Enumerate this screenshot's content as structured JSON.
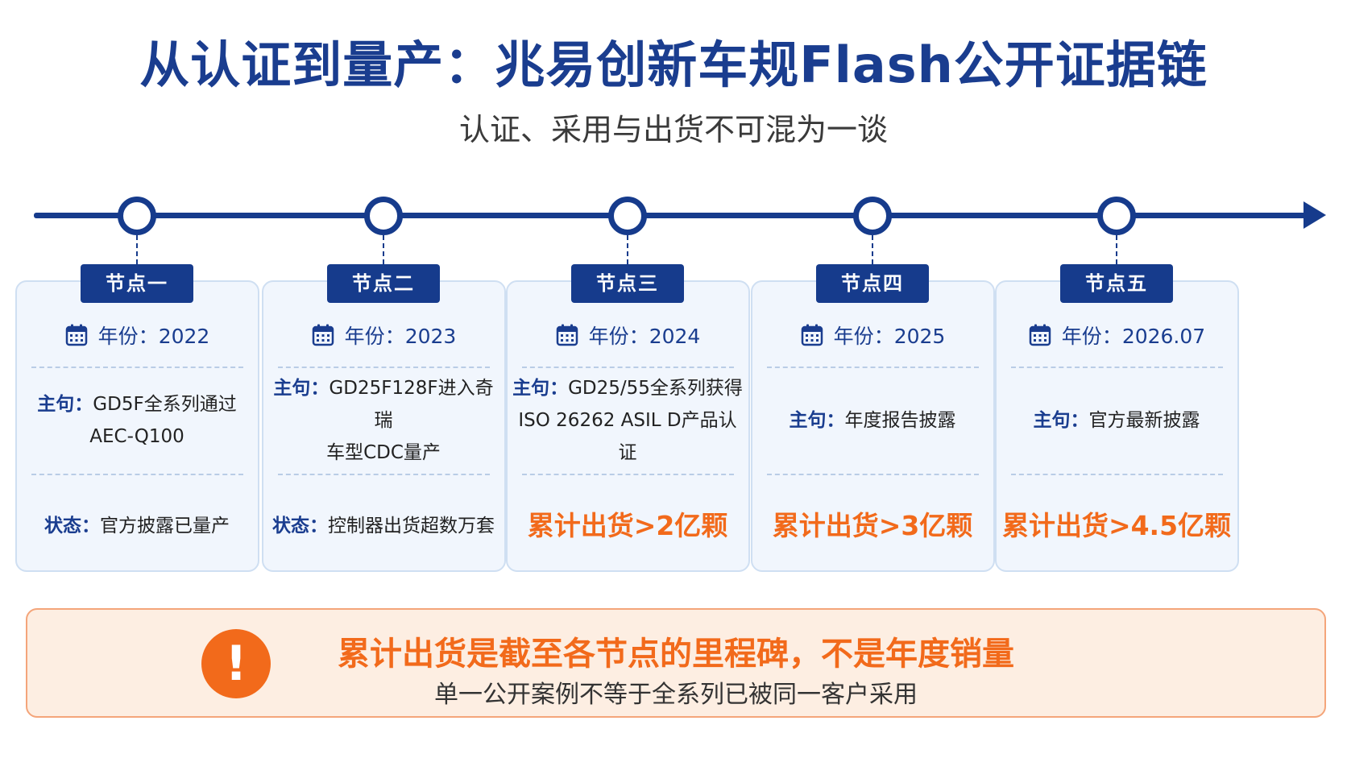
{
  "title": "从认证到量产：兆易创新车规Flash公开证据链",
  "subtitle": "认证、采用与出货不可混为一谈",
  "colors": {
    "primary": "#163b8c",
    "accent": "#f26a1b",
    "card_bg": "#f1f6fd",
    "banner_bg": "#fdeee2"
  },
  "labels": {
    "year_prefix": "年份：",
    "main_prefix": "主句：",
    "status_prefix": "状态："
  },
  "milestones": [
    {
      "badge": "节点一",
      "year": "2022",
      "main_line1": "GD5F全系列通过AEC-Q100",
      "main_line2": "",
      "status_label": "状态：",
      "status": "官方披露已量产",
      "status_highlight": ""
    },
    {
      "badge": "节点二",
      "year": "2023",
      "main_line1": "GD25F128F进入奇瑞",
      "main_line2": "车型CDC量产",
      "status_label": "状态：",
      "status": "控制器出货超数万套",
      "status_highlight": ""
    },
    {
      "badge": "节点三",
      "year": "2024",
      "main_line1": "GD25/55全系列获得",
      "main_line2": "ISO 26262 ASIL D产品认证",
      "status_label": "",
      "status": "",
      "status_highlight": "累计出货>2亿颗"
    },
    {
      "badge": "节点四",
      "year": "2025",
      "main_line1": "年度报告披露",
      "main_line2": "",
      "status_label": "",
      "status": "",
      "status_highlight": "累计出货>3亿颗"
    },
    {
      "badge": "节点五",
      "year": "2026.07",
      "main_line1": "官方最新披露",
      "main_line2": "",
      "status_label": "",
      "status": "",
      "status_highlight": "累计出货>4.5亿颗"
    }
  ],
  "banner": {
    "icon": "exclamation-icon",
    "main": "累计出货是截至各节点的里程碑，不是年度销量",
    "sub": "单一公开案例不等于全系列已被同一客户采用"
  }
}
